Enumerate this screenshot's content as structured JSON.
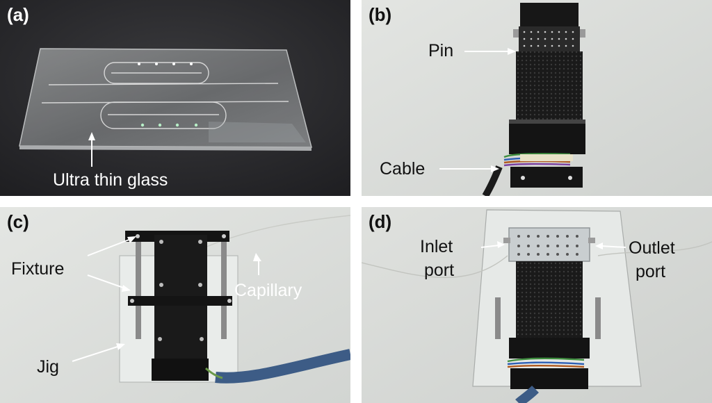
{
  "panels": {
    "a": {
      "label": "(a)",
      "annotations": {
        "glass": "Ultra thin glass"
      }
    },
    "b": {
      "label": "(b)",
      "annotations": {
        "pin": "Pin",
        "cable": "Cable"
      }
    },
    "c": {
      "label": "(c)",
      "annotations": {
        "fixture": "Fixture",
        "capillary": "Capillary",
        "jig": "Jig"
      }
    },
    "d": {
      "label": "(d)",
      "annotations": {
        "inlet_line1": "Inlet",
        "inlet_line2": "port",
        "outlet_line1": "Outlet",
        "outlet_line2": "port"
      }
    }
  },
  "colors": {
    "panel_a_background": "#2b2b2e",
    "panel_bcd_background": "#d9dbd8",
    "device_black": "#161616",
    "hose_blue": "#3d5c86"
  }
}
